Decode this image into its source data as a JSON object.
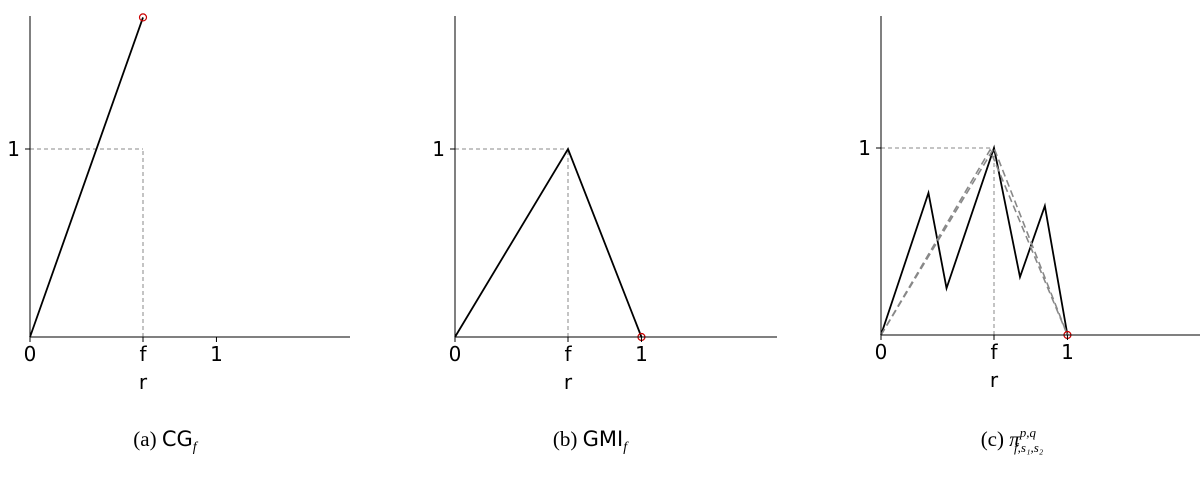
{
  "chart_data": [
    {
      "type": "line",
      "id": "a",
      "series": [
        {
          "style": "solid",
          "color": "#000000",
          "points": [
            [
              0,
              0
            ],
            [
              1,
              1.7
            ]
          ]
        }
      ],
      "guides": [
        {
          "from": [
            1,
            0
          ],
          "to": [
            1,
            1
          ]
        },
        {
          "from": [
            0,
            1
          ],
          "to": [
            1,
            1
          ]
        }
      ],
      "guide_color": "#888888",
      "endpoint_markers": [
        {
          "x": 1,
          "y": 1.7,
          "style": "open-circle",
          "color": "#cc0000"
        }
      ],
      "x_ticks": [
        {
          "value": 0,
          "label": "0"
        },
        {
          "value": 1,
          "label": "f"
        },
        {
          "value": 1.65,
          "label": "1"
        }
      ],
      "y_ticks": [
        {
          "value": 1,
          "label": "1"
        }
      ],
      "xlabel": "r",
      "xlim": [
        0,
        2.8
      ],
      "ylim": [
        0,
        1.75
      ],
      "caption": {
        "prefix": "(a) ",
        "name": "CG",
        "subscript": "f"
      }
    },
    {
      "type": "line",
      "id": "b",
      "series": [
        {
          "style": "solid",
          "color": "#000000",
          "points": [
            [
              0,
              0
            ],
            [
              1,
              1
            ],
            [
              1.65,
              0
            ]
          ]
        }
      ],
      "guides": [
        {
          "from": [
            1,
            0
          ],
          "to": [
            1,
            1
          ]
        },
        {
          "from": [
            0,
            1
          ],
          "to": [
            1,
            1
          ]
        }
      ],
      "guide_color": "#888888",
      "endpoint_markers": [
        {
          "x": 1.65,
          "y": 0,
          "style": "open-circle",
          "color": "#cc0000"
        }
      ],
      "x_ticks": [
        {
          "value": 0,
          "label": "0"
        },
        {
          "value": 1,
          "label": "f"
        },
        {
          "value": 1.65,
          "label": "1"
        }
      ],
      "y_ticks": [
        {
          "value": 1,
          "label": "1"
        }
      ],
      "xlabel": "r",
      "xlim": [
        0,
        2.8
      ],
      "ylim": [
        0,
        1.75
      ],
      "caption": {
        "prefix": "(b) ",
        "name": "GMI",
        "subscript": "f"
      }
    },
    {
      "type": "line",
      "id": "c",
      "series": [
        {
          "style": "solid",
          "color": "#000000",
          "points": [
            [
              0,
              0
            ],
            [
              0.42,
              0.76
            ],
            [
              0.58,
              0.25
            ],
            [
              1,
              1
            ],
            [
              1.23,
              0.31
            ],
            [
              1.45,
              0.69
            ],
            [
              1.65,
              0
            ]
          ]
        },
        {
          "style": "dashed",
          "color": "#888888",
          "points": [
            [
              0,
              0
            ],
            [
              1,
              1
            ],
            [
              1.65,
              0
            ]
          ]
        },
        {
          "style": "dashed",
          "color": "#888888",
          "points": [
            [
              0,
              0
            ],
            [
              1,
              1
            ],
            [
              1.65,
              0
            ]
          ],
          "offset_variant": true
        }
      ],
      "guides": [
        {
          "from": [
            1,
            0
          ],
          "to": [
            1,
            1
          ]
        },
        {
          "from": [
            0,
            1
          ],
          "to": [
            1,
            1
          ]
        }
      ],
      "guide_color": "#888888",
      "endpoint_markers": [
        {
          "x": 1.65,
          "y": 0,
          "style": "open-circle",
          "color": "#cc0000"
        }
      ],
      "x_ticks": [
        {
          "value": 0,
          "label": "0"
        },
        {
          "value": 1,
          "label": "f"
        },
        {
          "value": 1.65,
          "label": "1"
        }
      ],
      "y_ticks": [
        {
          "value": 1,
          "label": "1"
        }
      ],
      "xlabel": "r",
      "xlim": [
        0,
        2.8
      ],
      "ylim": [
        0,
        1.75
      ],
      "caption": {
        "prefix": "(c) ",
        "name": "π",
        "superscript": "p,q",
        "subscript": "f,s₁,s₂"
      }
    }
  ]
}
